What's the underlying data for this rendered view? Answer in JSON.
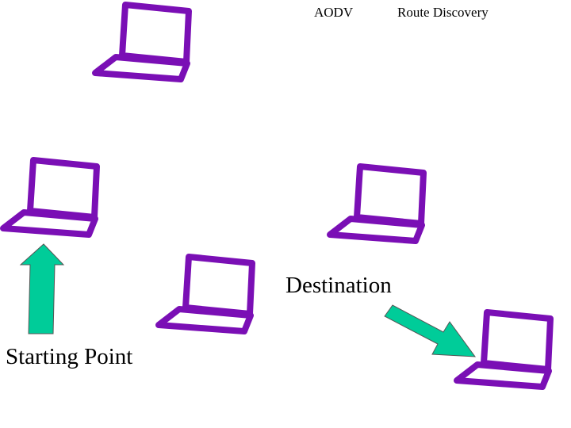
{
  "header": {
    "title": "AODV",
    "subtitle": "Route Discovery"
  },
  "labels": {
    "destination": "Destination",
    "starting_point": "Starting Point"
  },
  "nodes": [
    {
      "name": "node-top"
    },
    {
      "name": "node-start"
    },
    {
      "name": "node-middle"
    },
    {
      "name": "node-center-bottom"
    },
    {
      "name": "node-destination"
    }
  ],
  "icons": {
    "node": "laptop-icon",
    "start_pointer": "up-arrow-icon",
    "destination_pointer": "diagonal-arrow-icon"
  },
  "colors": {
    "laptop_stroke": "#7a0fb5",
    "arrow_fill": "#00cc99",
    "arrow_stroke": "#555555",
    "text": "#000000",
    "background": "#ffffff"
  }
}
